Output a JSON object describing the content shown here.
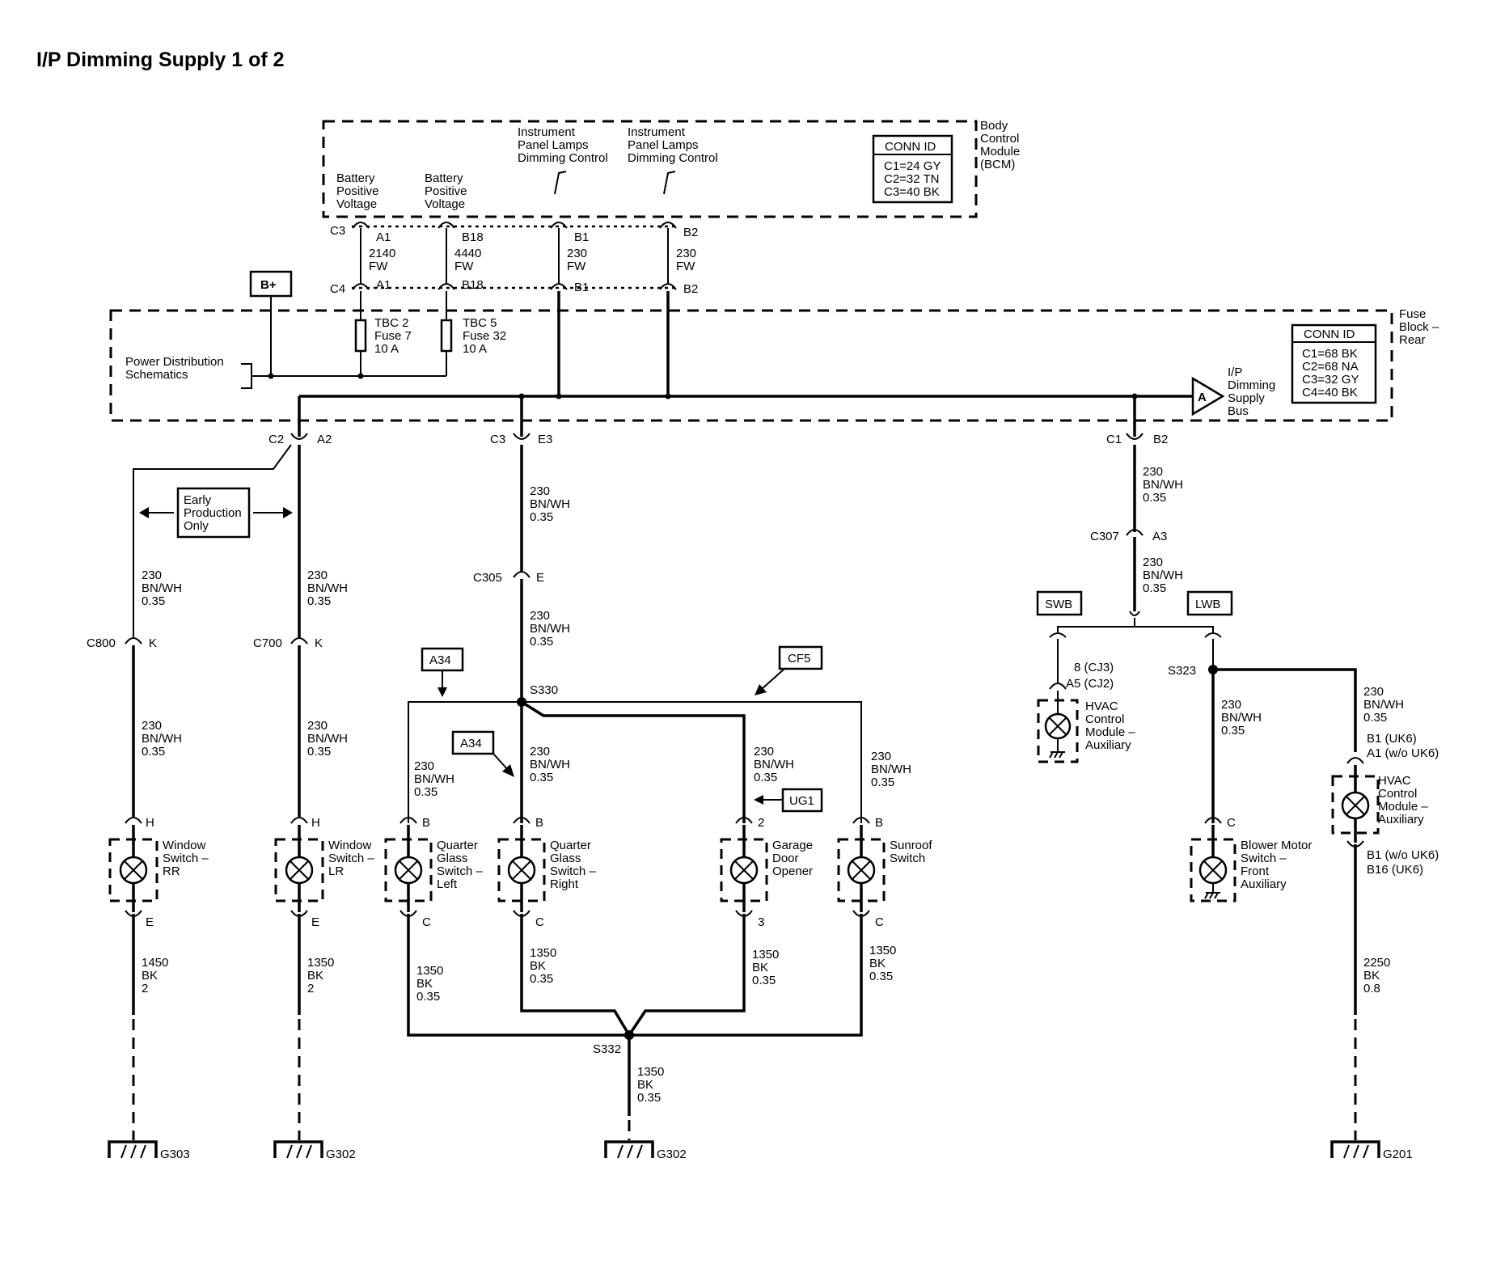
{
  "title": "I/P Dimming Supply 1 of 2",
  "bcm": {
    "label_lines": [
      "Body",
      "Control",
      "Module",
      "(BCM)"
    ],
    "conn_header": "CONN ID",
    "conn_lines": [
      "C1=24 GY",
      "C2=32 TN",
      "C3=40 BK"
    ],
    "pin1_lines": [
      "Battery",
      "Positive",
      "Voltage"
    ],
    "pin2_lines": [
      "Battery",
      "Positive",
      "Voltage"
    ],
    "pin3_lines": [
      "Instrument",
      "Panel Lamps",
      "Dimming Control"
    ],
    "pin4_lines": [
      "Instrument",
      "Panel Lamps",
      "Dimming Control"
    ]
  },
  "bcm_connectors": {
    "c3": "C3",
    "c4": "C4",
    "top": [
      "A1",
      "B18",
      "B1",
      "B2"
    ],
    "bottom": [
      "A1",
      "B18",
      "B1",
      "B2"
    ]
  },
  "bcm_wires": [
    {
      "num": "2140",
      "color": "FW"
    },
    {
      "num": "4440",
      "color": "FW"
    },
    {
      "num": "230",
      "color": "FW"
    },
    {
      "num": "230",
      "color": "FW"
    }
  ],
  "bplus": "B+",
  "fuse_block": {
    "label_lines": [
      "Fuse",
      "Block –",
      "Rear"
    ],
    "conn_header": "CONN ID",
    "conn_lines": [
      "C1=68 BK",
      "C2=68 NA",
      "C3=32 GY",
      "C4=40 BK"
    ],
    "pds_lines": [
      "Power Distribution",
      "Schematics"
    ],
    "fuse1_lines": [
      "TBC 2",
      "Fuse 7",
      "10 A"
    ],
    "fuse2_lines": [
      "TBC 5",
      "Fuse 32",
      "10 A"
    ],
    "bus_letter": "A",
    "bus_lines": [
      "I/P",
      "Dimming",
      "Supply",
      "Bus"
    ]
  },
  "fb_connectors": {
    "left": {
      "c": "C2",
      "p": "A2"
    },
    "mid": {
      "c": "C3",
      "p": "E3"
    },
    "right": {
      "c": "C1",
      "p": "B2"
    }
  },
  "early_production_lines": [
    "Early",
    "Production",
    "Only"
  ],
  "tags": {
    "a34_top": "A34",
    "cf5": "CF5",
    "a34_mid": "A34",
    "ug1": "UG1",
    "swb": "SWB",
    "lwb": "LWB"
  },
  "connectors": {
    "c800": {
      "c": "C800",
      "p": "K"
    },
    "c700": {
      "c": "C700",
      "p": "K"
    },
    "c305": {
      "c": "C305",
      "p": "E"
    },
    "c307": {
      "c": "C307",
      "p": "A3"
    }
  },
  "splices": {
    "s330": "S330",
    "s332": "S332",
    "s323": "S323"
  },
  "wire_labels": {
    "rr_up": [
      "230",
      "BN/WH",
      "0.35"
    ],
    "lr_up": [
      "230",
      "BN/WH",
      "0.35"
    ],
    "rr_mid": [
      "230",
      "BN/WH",
      "0.35"
    ],
    "lr_mid": [
      "230",
      "BN/WH",
      "0.35"
    ],
    "mid_up": [
      "230",
      "BN/WH",
      "0.35"
    ],
    "mid_mid": [
      "230",
      "BN/WH",
      "0.35"
    ],
    "right_up": [
      "230",
      "BN/WH",
      "0.35"
    ],
    "right_mid": [
      "230",
      "BN/WH",
      "0.35"
    ],
    "qgl": [
      "230",
      "BN/WH",
      "0.35"
    ],
    "qgr": [
      "230",
      "BN/WH",
      "0.35"
    ],
    "gdo": [
      "230",
      "BN/WH",
      "0.35"
    ],
    "sun": [
      "230",
      "BN/WH",
      "0.35"
    ],
    "blower": [
      "230",
      "BN/WH",
      "0.35"
    ],
    "hvac2": [
      "230",
      "BN/WH",
      "0.35"
    ],
    "rr_gnd": [
      "1450",
      "BK",
      "2"
    ],
    "lr_gnd": [
      "1350",
      "BK",
      "2"
    ],
    "qgl_gnd": [
      "1350",
      "BK",
      "0.35"
    ],
    "qgr_gnd": [
      "1350",
      "BK",
      "0.35"
    ],
    "gdo_gnd": [
      "1350",
      "BK",
      "0.35"
    ],
    "sun_gnd": [
      "1350",
      "BK",
      "0.35"
    ],
    "s332_gnd": [
      "1350",
      "BK",
      "0.35"
    ],
    "hvac2_gnd": [
      "2250",
      "BK",
      "0.8"
    ]
  },
  "components": {
    "rr": {
      "top": "H",
      "bottom": "E",
      "lines": [
        "Window",
        "Switch –",
        "RR"
      ]
    },
    "lr": {
      "top": "H",
      "bottom": "E",
      "lines": [
        "Window",
        "Switch –",
        "LR"
      ]
    },
    "qgl": {
      "top": "B",
      "bottom": "C",
      "lines": [
        "Quarter",
        "Glass",
        "Switch –",
        "Left"
      ]
    },
    "qgr": {
      "top": "B",
      "bottom": "C",
      "lines": [
        "Quarter",
        "Glass",
        "Switch –",
        "Right"
      ]
    },
    "gdo": {
      "top": "2",
      "bottom": "3",
      "lines": [
        "Garage",
        "Door",
        "Opener"
      ]
    },
    "sun": {
      "top": "B",
      "bottom": "C",
      "lines": [
        "Sunroof",
        "Switch"
      ]
    },
    "hvac1": {
      "top_lines": [
        "8 (CJ3)",
        "A5 (CJ2)"
      ],
      "lines": [
        "HVAC",
        "Control",
        "Module –",
        "Auxiliary"
      ]
    },
    "blower": {
      "top": "C",
      "lines": [
        "Blower Motor",
        "Switch –",
        "Front",
        "Auxiliary"
      ]
    },
    "hvac2": {
      "top_lines": [
        "B1 (UK6)",
        "A1 (w/o UK6)"
      ],
      "bottom_lines": [
        "B1 (w/o UK6)",
        "B16 (UK6)"
      ],
      "lines": [
        "HVAC",
        "Control",
        "Module –",
        "Auxiliary"
      ]
    }
  },
  "grounds": {
    "g303": "G303",
    "g302a": "G302",
    "g302b": "G302",
    "g201": "G201"
  }
}
